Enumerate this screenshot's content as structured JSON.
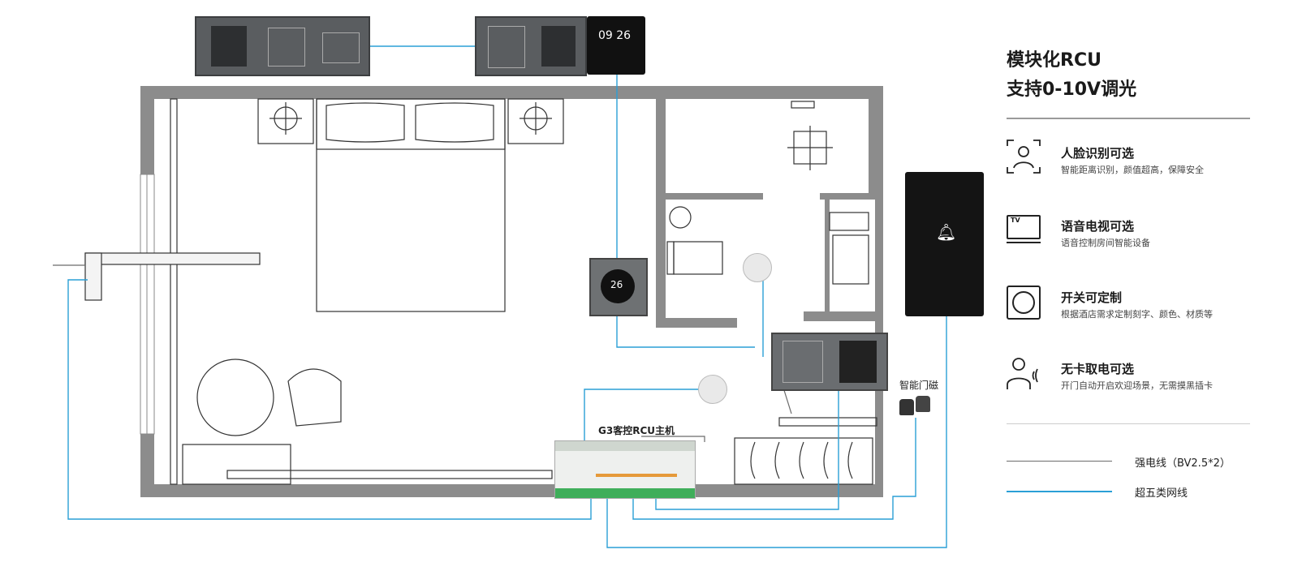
{
  "header": {
    "line1": "模块化RCU",
    "line2": "支持0-10V调光"
  },
  "features": [
    {
      "icon": "face-recognition-icon",
      "title": "人脸识别可选",
      "subtitle": "智能距离识别，颜值超高，保障安全"
    },
    {
      "icon": "tv-icon",
      "title": "语音电视可选",
      "subtitle": "语音控制房间智能设备",
      "icon_text": "TV"
    },
    {
      "icon": "switch-icon",
      "title": "开关可定制",
      "subtitle": "根据酒店需求定制刻字、颜色、材质等"
    },
    {
      "icon": "cardless-power-icon",
      "title": "无卡取电可选",
      "subtitle": "开门自动开启欢迎场景，无需摸黑插卡"
    }
  ],
  "legend": [
    {
      "label": "强电线（BV2.5*2）",
      "color": "#6b6b6b"
    },
    {
      "label": "超五类网线",
      "color": "#2a9fd6"
    }
  ],
  "labels": {
    "rcu_host": "G3客控RCU主机",
    "door_sensor": "智能门磁",
    "clock": "09 26",
    "thermostat": "26"
  },
  "colors": {
    "network": "#2a9fd6",
    "power": "#6b6b6b",
    "wall": "#8c8c8c"
  }
}
